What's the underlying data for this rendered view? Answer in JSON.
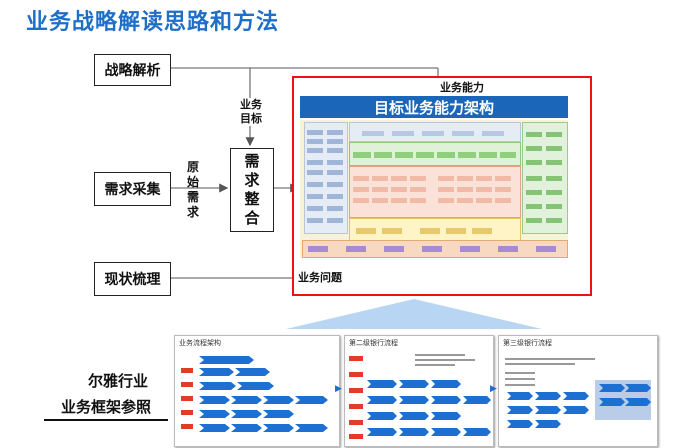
{
  "page_title": "业务战略解读思路和方法",
  "boxes": {
    "strategy": "战略解析",
    "requirements": "需求采集",
    "status": "现状梳理",
    "merge": [
      "需",
      "求",
      "整",
      "合"
    ]
  },
  "labels": {
    "business_goal": [
      "业务",
      "目标"
    ],
    "original_req": [
      "原",
      "始",
      "需",
      "求"
    ],
    "business_capability": "业务能力",
    "business_problem": "业务问题"
  },
  "architecture": {
    "title": "目标业务能力架构"
  },
  "reference": {
    "line1": "尔雅行业",
    "line2": "业务框架参照"
  },
  "thumbnails": [
    {
      "title": "业务流程架构"
    },
    {
      "title": "第二级银行流程"
    },
    {
      "title": "第三级银行流程"
    }
  ],
  "colors": {
    "title_blue": "#1f6fc9",
    "arch_blue": "#1b66b8",
    "frame_red": "#ee1111",
    "triangle_blue": "#b8d6f3"
  }
}
